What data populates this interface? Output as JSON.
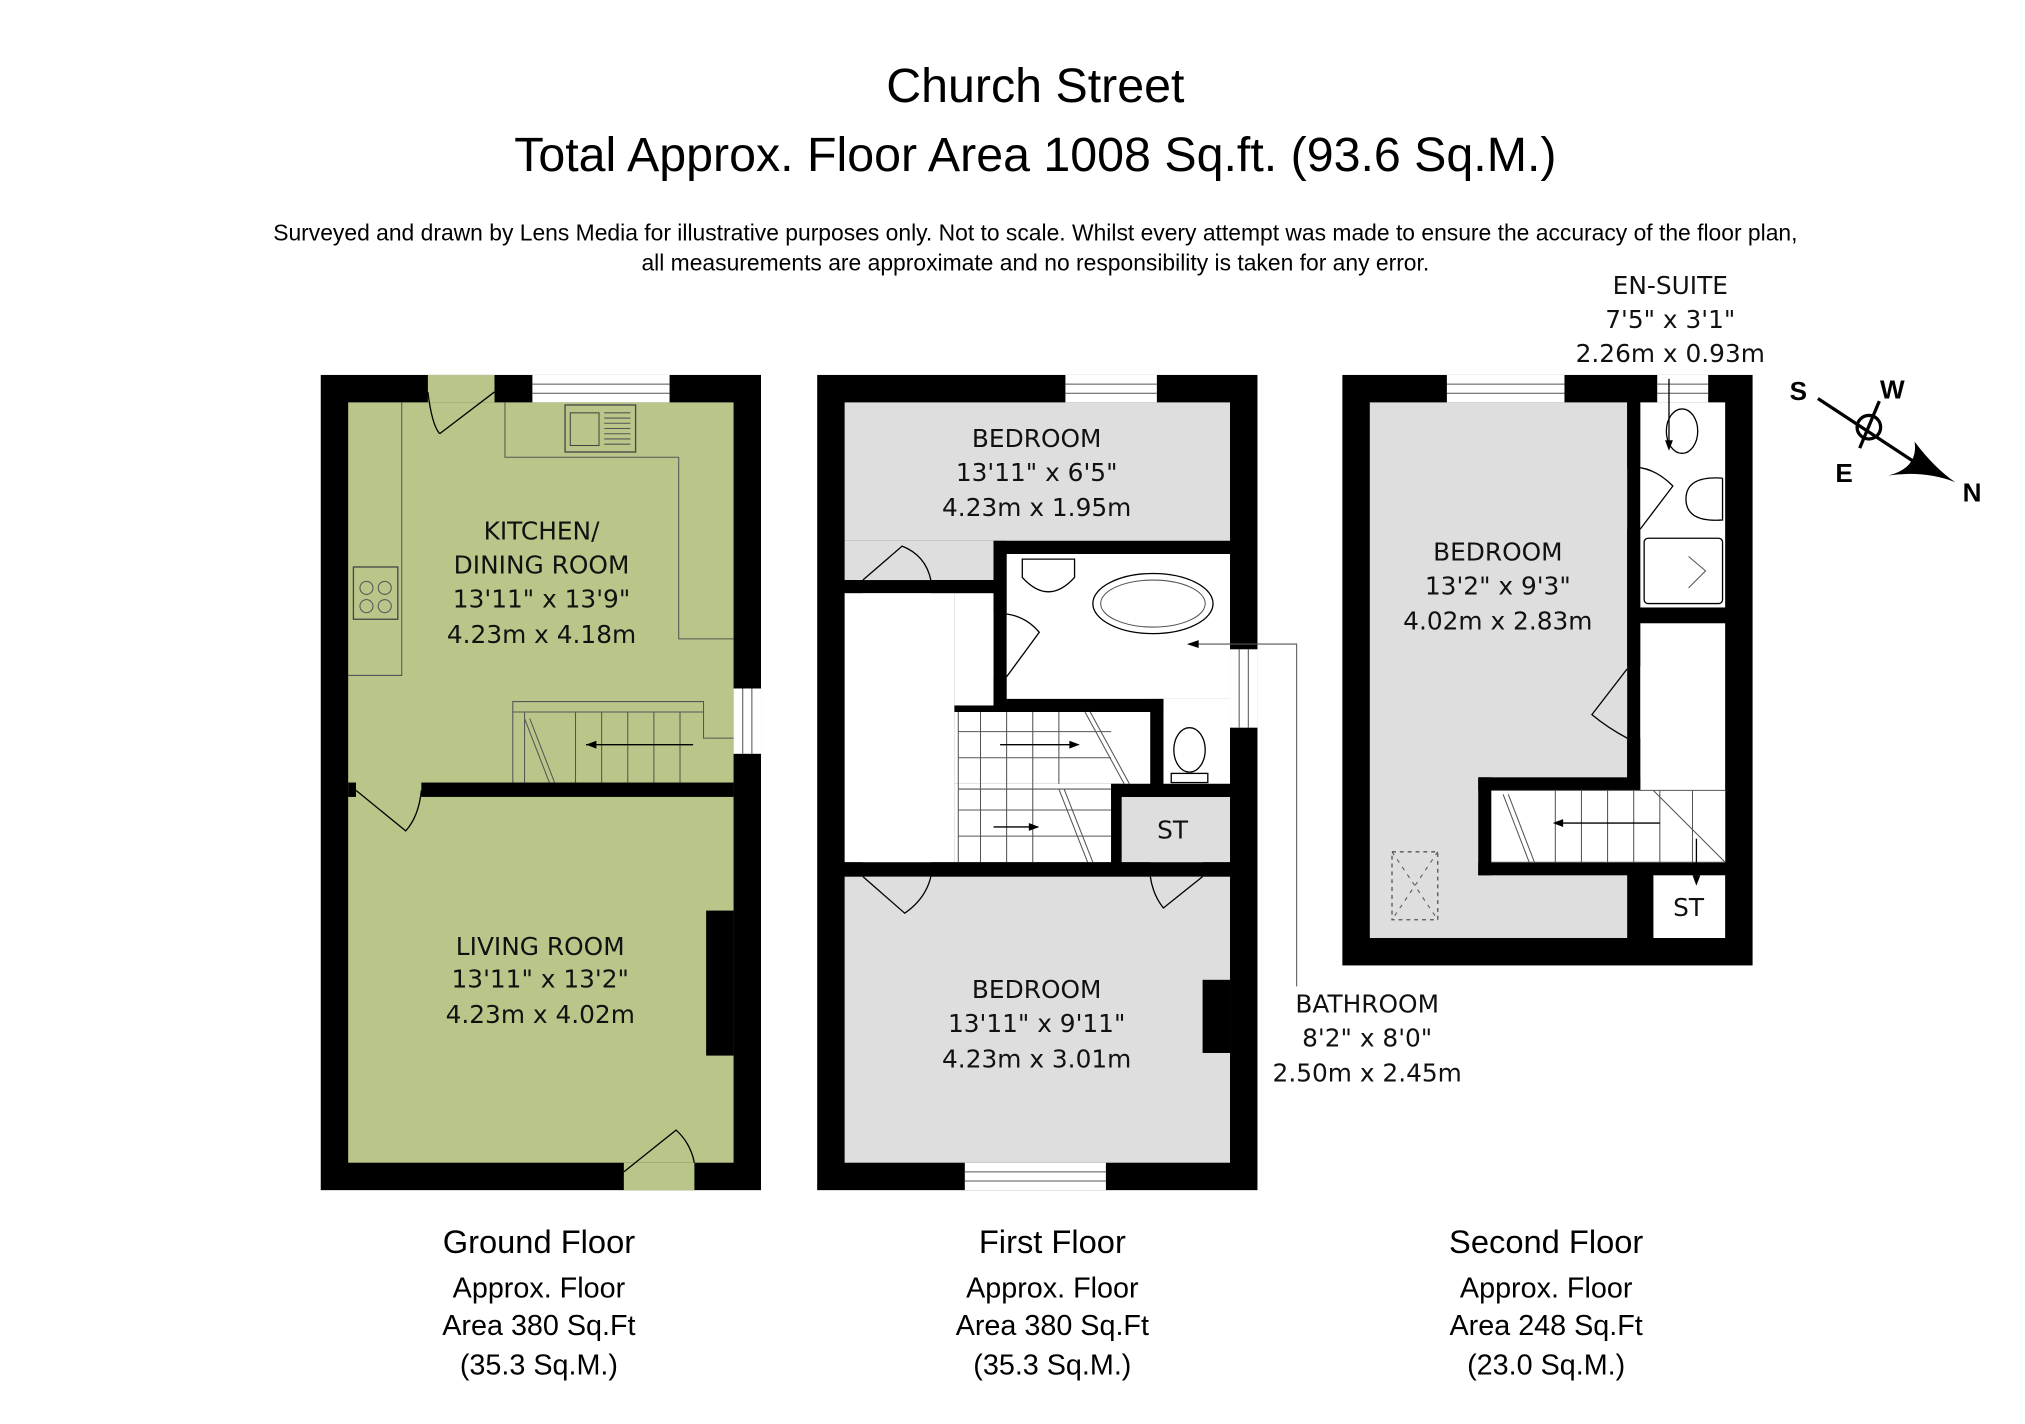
{
  "header": {
    "title": "Church Street",
    "subtitle": "Total Approx. Floor Area 1008 Sq.ft. (93.6 Sq.M.)",
    "disclaimer_line1": "Surveyed and drawn by Lens Media for illustrative purposes only. Not to scale. Whilst every attempt was made to ensure the accuracy of the floor plan,",
    "disclaimer_line2": "all measurements are approximate and no responsibility is taken for any error."
  },
  "colors": {
    "ground_floor_fill": "#b9c68a",
    "upper_room_fill": "#dedede",
    "walls": "#000000"
  },
  "floors": [
    {
      "name": "Ground Floor",
      "area_line1": "Approx. Floor",
      "area_line2": "Area 380 Sq.Ft",
      "area_line3": "(35.3 Sq.M.)",
      "rooms": [
        {
          "name_line1": "KITCHEN/",
          "name_line2": "DINING ROOM",
          "imperial": "13'11\" x 13'9\"",
          "metric": "4.23m x 4.18m"
        },
        {
          "name_line1": "LIVING ROOM",
          "imperial": "13'11\" x 13'2\"",
          "metric": "4.23m x 4.02m"
        }
      ]
    },
    {
      "name": "First Floor",
      "area_line1": "Approx. Floor",
      "area_line2": "Area 380 Sq.Ft",
      "area_line3": "(35.3 Sq.M.)",
      "rooms": [
        {
          "name_line1": "BEDROOM",
          "imperial": "13'11\" x 6'5\"",
          "metric": "4.23m x 1.95m"
        },
        {
          "name_line1": "BEDROOM",
          "imperial": "13'11\" x 9'11\"",
          "metric": "4.23m x 3.01m"
        },
        {
          "name_line1": "BATHROOM",
          "imperial": "8'2\" x 8'0\"",
          "metric": "2.50m x 2.45m"
        },
        {
          "name_line1": "ST"
        }
      ]
    },
    {
      "name": "Second Floor",
      "area_line1": "Approx. Floor",
      "area_line2": "Area 248 Sq.Ft",
      "area_line3": "(23.0 Sq.M.)",
      "rooms": [
        {
          "name_line1": "BEDROOM",
          "imperial": "13'2\" x 9'3\"",
          "metric": "4.02m x 2.83m"
        },
        {
          "name_line1": "EN-SUITE",
          "imperial": "7'5\" x 3'1\"",
          "metric": "2.26m x 0.93m"
        },
        {
          "name_line1": "ST"
        }
      ]
    }
  ],
  "compass": {
    "icon": "compass-rose-icon",
    "s": "S",
    "w": "W",
    "e": "E",
    "n": "N"
  }
}
